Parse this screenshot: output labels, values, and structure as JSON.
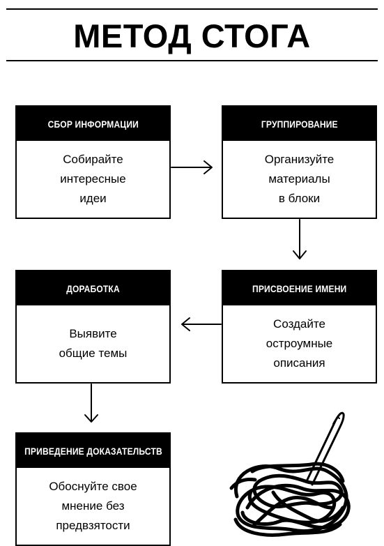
{
  "title": "МЕТОД СТОГА",
  "steps": [
    {
      "header": "СБОР ИНФОРМАЦИИ",
      "body": "Собирайте\nинтересные\nидеи"
    },
    {
      "header": "ГРУППИРОВАНИЕ",
      "body": "Организуйте\nматериалы\nв блоки"
    },
    {
      "header": "ПРИСВОЕНИЕ ИМЕНИ",
      "body": "Создайте\nостроумные\nописания"
    },
    {
      "header": "ДОРАБОТКА",
      "body": "Выявите\nобщие темы"
    },
    {
      "header": "ПРИВЕДЕНИЕ ДОКАЗАТЕЛЬСТВ",
      "body": "Обоснуйте свое\nмнение без\nпредвзятости"
    }
  ],
  "illustration": {
    "icon": "haystack-needle-icon"
  }
}
